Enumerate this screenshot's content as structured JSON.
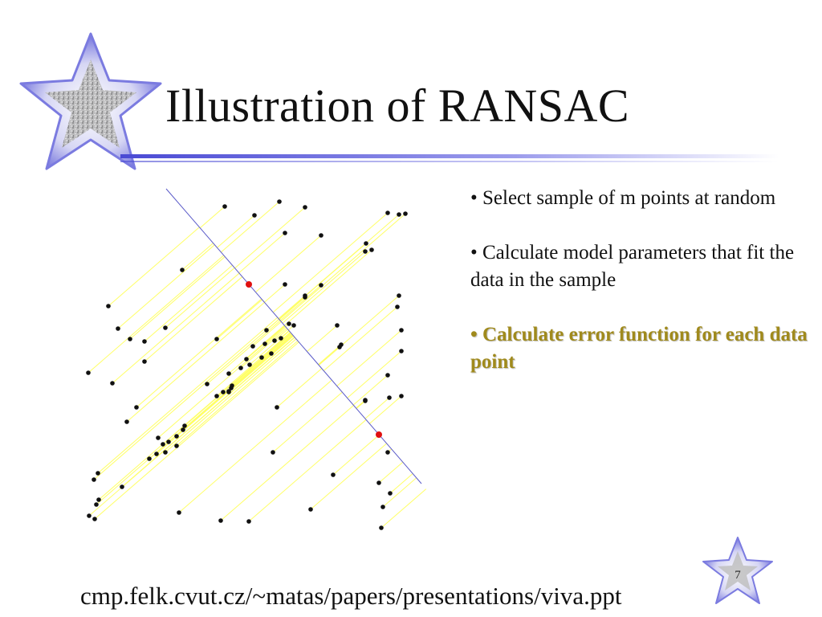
{
  "slide": {
    "title": "Illustration of RANSAC",
    "bullets": [
      {
        "text": "• Select sample of m points at random",
        "highlighted": false
      },
      {
        "text": "• Calculate model parameters that fit the data in the sample",
        "highlighted": false
      },
      {
        "text": "• Calculate error function for each data point",
        "highlighted": true
      }
    ],
    "footer": "cmp.felk.cvut.cz/~matas/papers/presentations/viva.ppt",
    "page_number": "7"
  },
  "colors": {
    "star_fill": "#c8c8ee",
    "star_edge": "#6a6ad8",
    "title_rule": "#5b5bd6",
    "model_line": "#5a5ac8",
    "residual_line": "#ffff66",
    "data_point": "#111111",
    "sample_point": "#e01010",
    "highlight_text": "#a08a1c"
  },
  "icons": {
    "logo": "star-icon",
    "page_badge": "star-icon"
  }
}
